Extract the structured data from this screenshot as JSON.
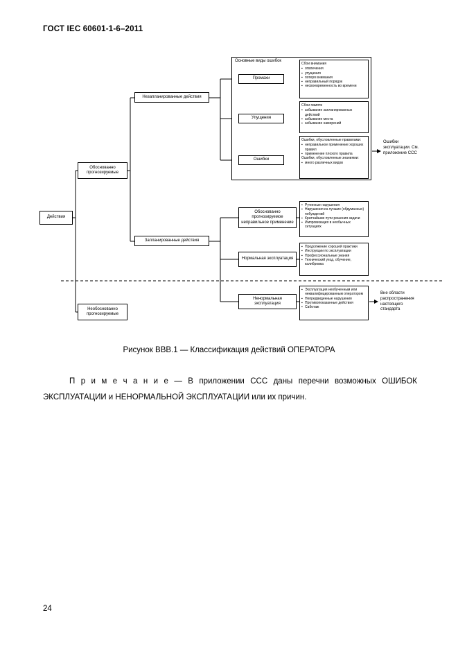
{
  "page": {
    "header": "ГОСТ IEC 60601-1-6–2011",
    "caption": "Рисунок ВВВ.1 — Классификация действий ОПЕРАТОРА",
    "note": {
      "label": "П р и м е ч а н и е",
      "text": "— В приложении ССС даны перечни возможных ОШИБОК ЭКСПЛУАТАЦИИ и НЕНОРМАЛЬНОЙ ЭКСПЛУАТАЦИИ или их причин."
    },
    "page_number": "24"
  },
  "diagram": {
    "nodes": {
      "actions": "Действия",
      "foreseeable": "Обоснованно прогнозируемые",
      "not_foreseeable": "Необоснованно прогнозируемые",
      "unplanned": "Незапланированные действия",
      "planned": "Запланированные действия",
      "error_types_title": "Основные виды ошибок",
      "slips": "Промахи",
      "lapses": "Упущения",
      "mistakes": "Ошибки",
      "misuse": "Обоснованно прогнозируемое неправильное применение",
      "normal_use": "Нормальная эксплуатация",
      "abnormal_use": "Ненормальная эксплуатация"
    },
    "details": {
      "slips": {
        "title": "Сбои внимания",
        "items": [
          "отвлечения",
          "упущения",
          "потеря внимания",
          "неправильный порядок",
          "несвоевременность во времени"
        ]
      },
      "lapses": {
        "title": "Сбои памяти",
        "items": [
          "забывание запланированных действий",
          "забывание места",
          "забывание намерений"
        ]
      },
      "mistakes": {
        "rule_title": "Ошибки, обусловленные правилами:",
        "rule_items": [
          "неправильное применение хороших правил",
          "применение плохого правила"
        ],
        "knowledge_title": "Ошибки, обусловленные знаниями:",
        "knowledge_items": [
          "много различных видов"
        ]
      },
      "misuse": {
        "items": [
          "Рутинные нарушения",
          "Нарушения из лучших (обдуманных) побуждений",
          "Кратчайшие пути решения задачи",
          "Импровизация в необычных ситуациях"
        ]
      },
      "normal_use": {
        "items": [
          "Продолжение хорошей практики",
          "Инструкции по эксплуатации",
          "Профессиональные знания",
          "Технический уход, обучение, калибровка"
        ]
      },
      "abnormal_use": {
        "items": [
          "Эксплуатация необученным или неквалифицированным оператором",
          "Непредвиденные нарушения",
          "Противопоказанные действия",
          "Саботаж"
        ]
      }
    },
    "annotations": {
      "use_errors": "Ошибки эксплуатации. См. приложение ССС",
      "out_of_scope": "Вне области распространения настоящего стандарта"
    }
  }
}
